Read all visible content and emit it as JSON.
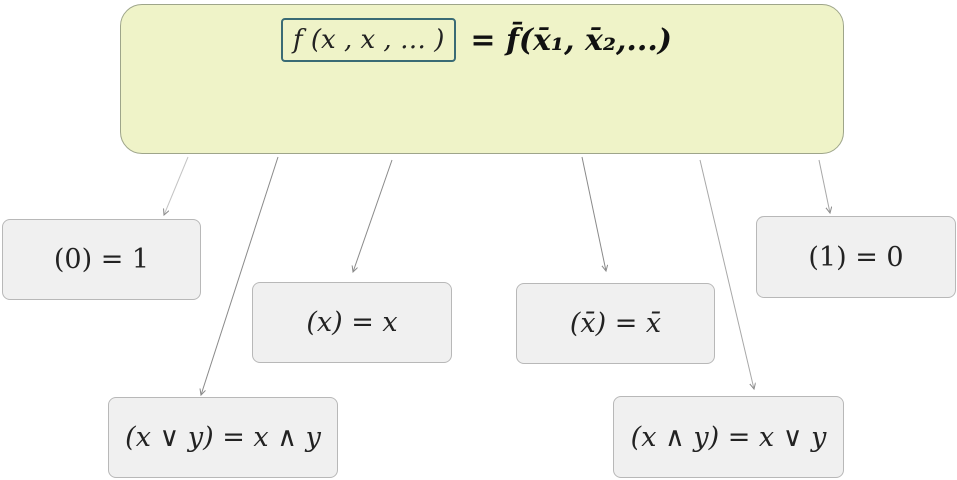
{
  "header": {
    "lhs": "f  (x  , x  , … )",
    "rhs": "= f̄(x̄₁, x̄₂,...)"
  },
  "leaves": [
    {
      "text": "(0)  = 1"
    },
    {
      "text": "(x)  = x"
    },
    {
      "text": "(x ∨ y)  = x ∧ y"
    },
    {
      "text": "(x̄)  = x̄"
    },
    {
      "text": "(1)  = 0"
    },
    {
      "text": "(x ∧ y)  = x ∨ y"
    }
  ],
  "colors": {
    "top_box_fill": "#eff3c8",
    "top_box_border": "#9ea58a",
    "formula_frame_border": "#3a6b75",
    "leaf_fill": "#f0f0f0",
    "leaf_border": "#b8b8b8",
    "connector": "#8a8a8a"
  }
}
